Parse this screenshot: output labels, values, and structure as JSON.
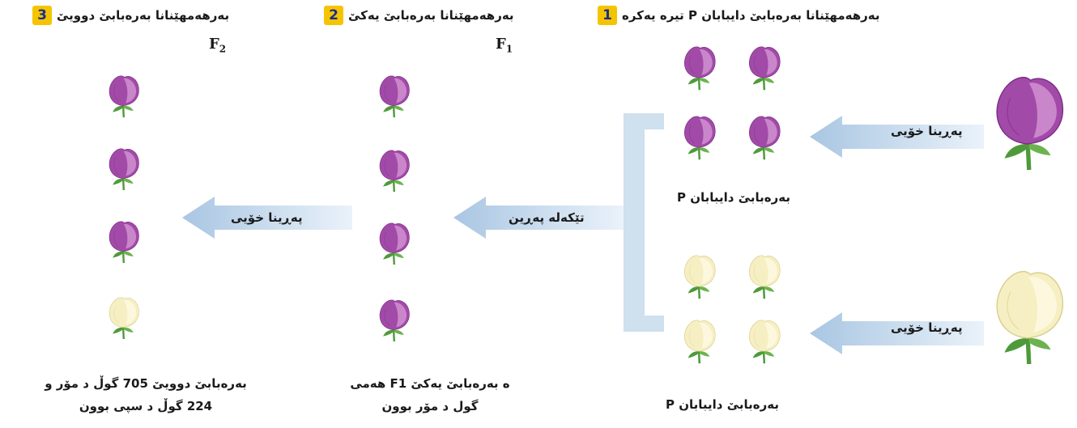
{
  "headers": [
    {
      "number": "1",
      "text": "بەرهەمهێنانا بەرەبابێ دایبابان P تیرە یەکرە"
    },
    {
      "number": "2",
      "text": "بەرهەمهێنانا بەرەبابێ یەکێ"
    },
    {
      "number": "3",
      "text": "بەرهەمهێنانا بەرەبابێ دوویێ"
    }
  ],
  "generation_labels": {
    "f1": "F",
    "f1_sub": "1",
    "f2": "F",
    "f2_sub": "2"
  },
  "arrows": {
    "self_top": "پەڕینا خۆیی",
    "self_bottom": "پەڕینا خۆیی",
    "cross": "تێکەلە پەڕین",
    "self_f1": "پەڕینا خۆیی"
  },
  "captions": {
    "parent_top": "بەرەبابێ دایبابان P",
    "parent_bottom": "بەرەبابێ دایبابان P",
    "f1_line1": "ە بەرەبابێ یەکێ F1 هەمی",
    "f1_line2": "گول د مۆر بوون",
    "f2_line1": "بەرەبابێ دوویێ 705 گوڵ د مۆر و",
    "f2_line2": "224 گوڵ د سپی بوون"
  },
  "colors": {
    "purple": "#a24aa8",
    "purple_light": "#d79bd6",
    "cream": "#f6efc3",
    "cream_dark": "#d9cf8a",
    "arrow": "#b9d2e8",
    "stem": "#4e9a3a",
    "badge": "#f5c400"
  }
}
